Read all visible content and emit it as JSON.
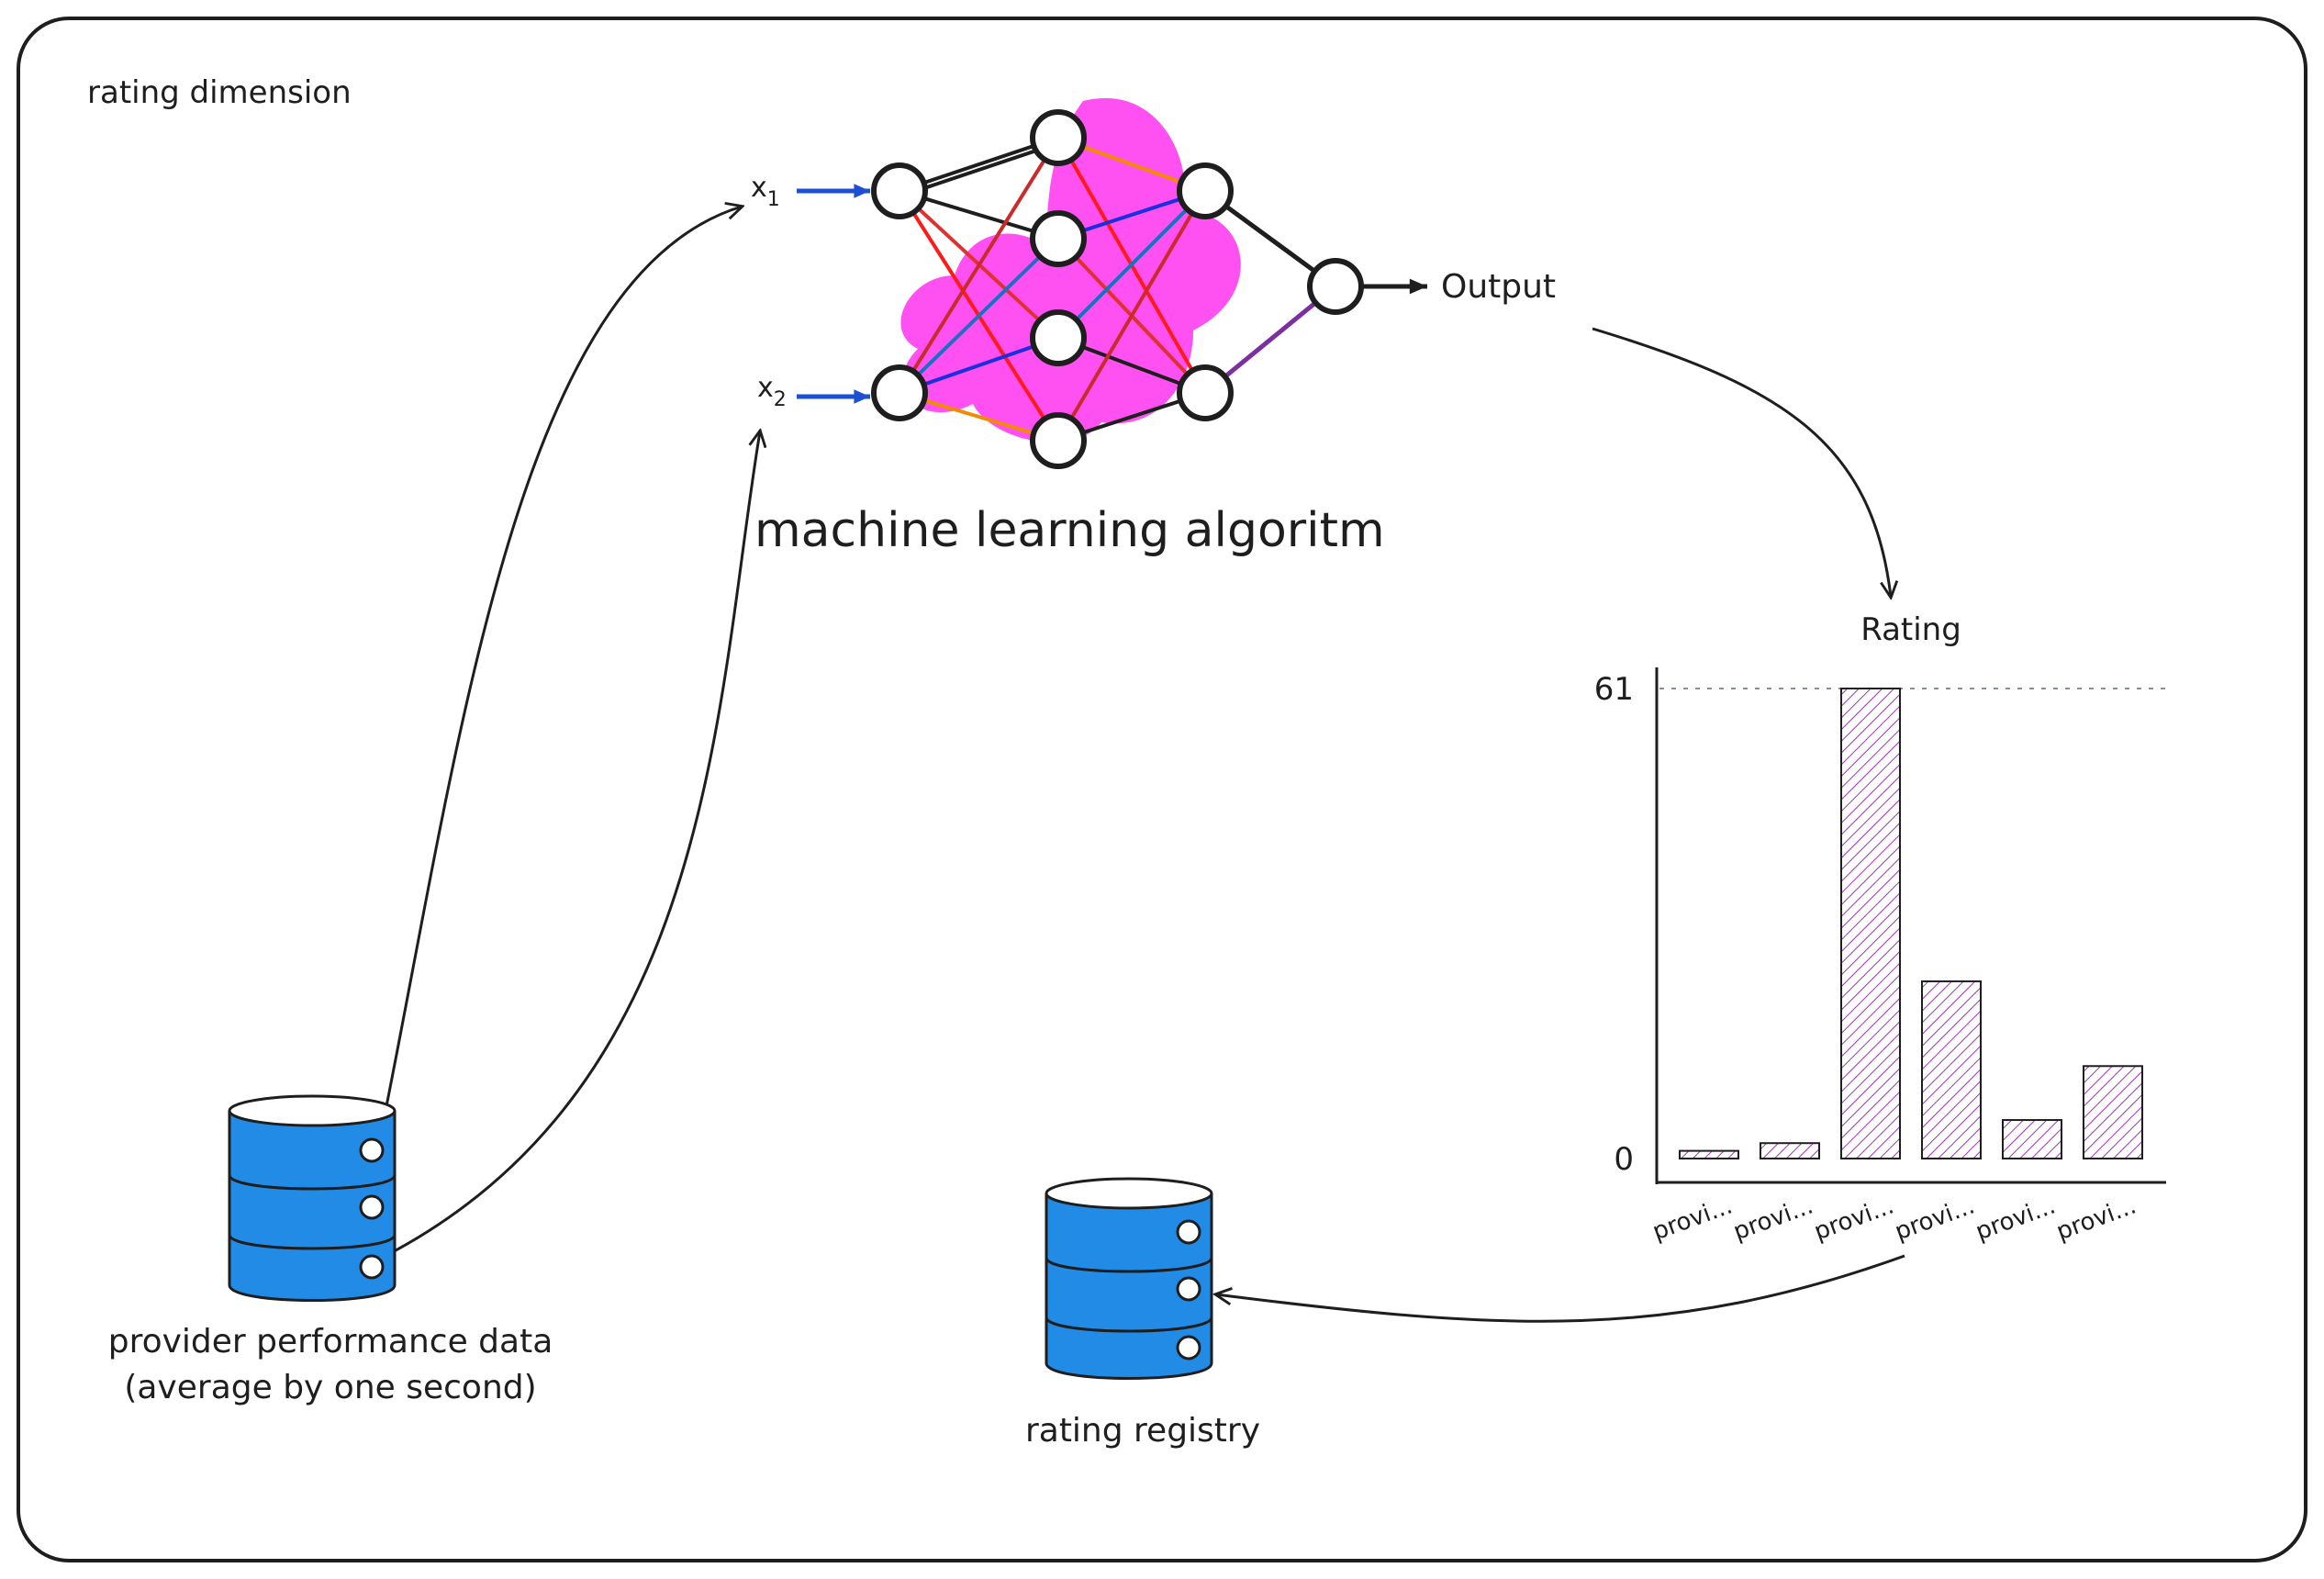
{
  "frame": {
    "label": "rating dimension"
  },
  "inputs": [
    {
      "label": "x",
      "subscript": "1"
    },
    {
      "label": "x",
      "subscript": "2"
    }
  ],
  "network": {
    "label": "machine learning algoritm",
    "blob_color": "#ff33ee"
  },
  "output": {
    "label": "Output"
  },
  "databases": {
    "source": {
      "label_line1": "provider performance data",
      "label_line2": "(average by one second)"
    },
    "registry": {
      "label": "rating registry"
    }
  },
  "db_color": "#228be6",
  "chart_data": {
    "type": "bar",
    "title": "Rating",
    "categories": [
      "provi...",
      "provi...",
      "provi...",
      "provi...",
      "provi...",
      "provi..."
    ],
    "values": [
      1,
      2,
      61,
      23,
      5,
      12
    ],
    "ylim": [
      0,
      61
    ],
    "ytick_labels": [
      "0",
      "61"
    ],
    "bar_color": "#9c36b5",
    "grid": false
  }
}
